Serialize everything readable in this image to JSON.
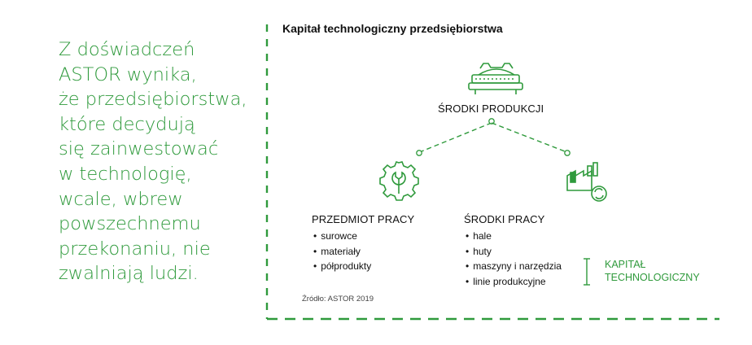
{
  "quote_lines": [
    "Z doświadczeń",
    "ASTOR wynika,",
    "że przedsiębiorstwa,",
    "które decydują",
    "się zainwestować",
    "w technologię,",
    "wcale, wbrew",
    "powszechnemu",
    "przekonaniu, nie",
    "zwalniają ludzi."
  ],
  "diagram": {
    "title": "Kapitał technologiczny przedsiębiorstwa",
    "top_node": {
      "label": "ŚRODKI PRODUKCJI",
      "icon": "conveyor-machine-icon"
    },
    "left_node": {
      "label": "PRZEDMIOT PRACY",
      "icon": "gear-wrench-icon",
      "items": [
        "surowce",
        "materiały",
        "półprodukty"
      ]
    },
    "right_node": {
      "label": "ŚRODKI PRACY",
      "icon": "factory-cycle-icon",
      "items": [
        "hale",
        "huty",
        "maszyny i narzędzia",
        "linie produkcyjne"
      ]
    },
    "bracket_label": [
      "KAPITAŁ",
      "TECHNOLOGICZNY"
    ],
    "source": "Źródło: ASTOR 2019"
  },
  "colors": {
    "accent": "#2f9a3c",
    "text": "#111111"
  }
}
